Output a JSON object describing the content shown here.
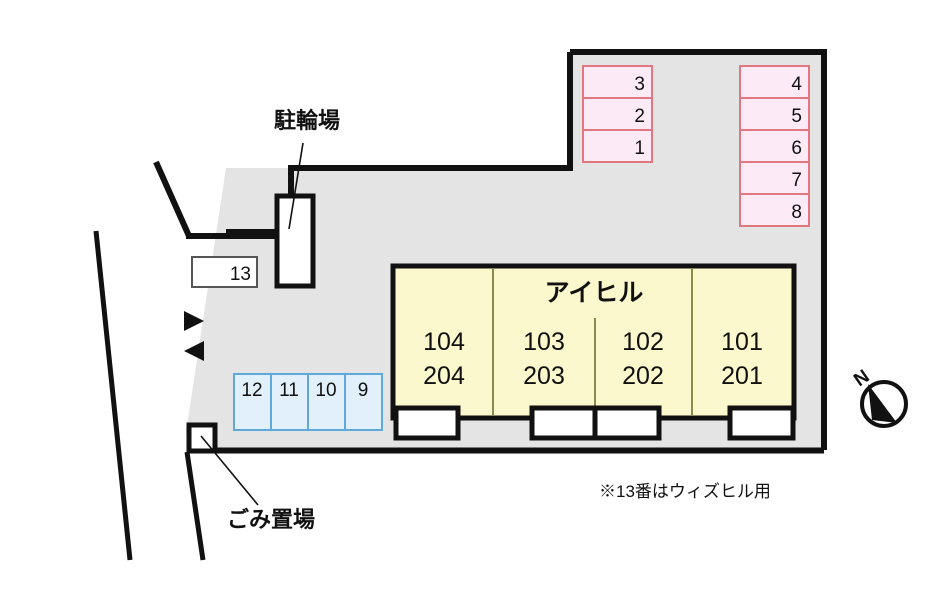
{
  "plan": {
    "title": "アイヒル",
    "note": "※13番はウィズヒル用",
    "colors": {
      "lot_fill": "#E4E4E4",
      "lot_stroke": "#111111",
      "pink_fill": "#FDEAF7",
      "pink_stroke": "#E2787F",
      "yellow_fill": "#FAF8CC",
      "yellow_stroke": "#111111",
      "yellow_divider": "#8C8A4A",
      "blue_fill": "#E2F0FB",
      "blue_stroke": "#5FA8DC",
      "white_fill": "#FFFFFF",
      "text": "#111111"
    },
    "callouts": [
      {
        "id": "bicycle-parking",
        "label": "駐輪場"
      },
      {
        "id": "garbage-area",
        "label": "ごみ置場"
      }
    ],
    "building": {
      "name": "アイヒル",
      "units": [
        {
          "first": "104",
          "second": "204"
        },
        {
          "first": "103",
          "second": "203"
        },
        {
          "first": "102",
          "second": "202"
        },
        {
          "first": "101",
          "second": "201"
        }
      ],
      "entrances": 4
    },
    "parking_pink_left": [
      "3",
      "2",
      "1"
    ],
    "parking_pink_right": [
      "4",
      "5",
      "6",
      "7",
      "8"
    ],
    "parking_blue": [
      "12",
      "11",
      "10",
      "9"
    ],
    "parking_single": "13",
    "compass": {
      "label": "N"
    },
    "arrows": [
      {
        "id": "arrow-in",
        "direction": "right"
      },
      {
        "id": "arrow-out",
        "direction": "left"
      }
    ]
  }
}
